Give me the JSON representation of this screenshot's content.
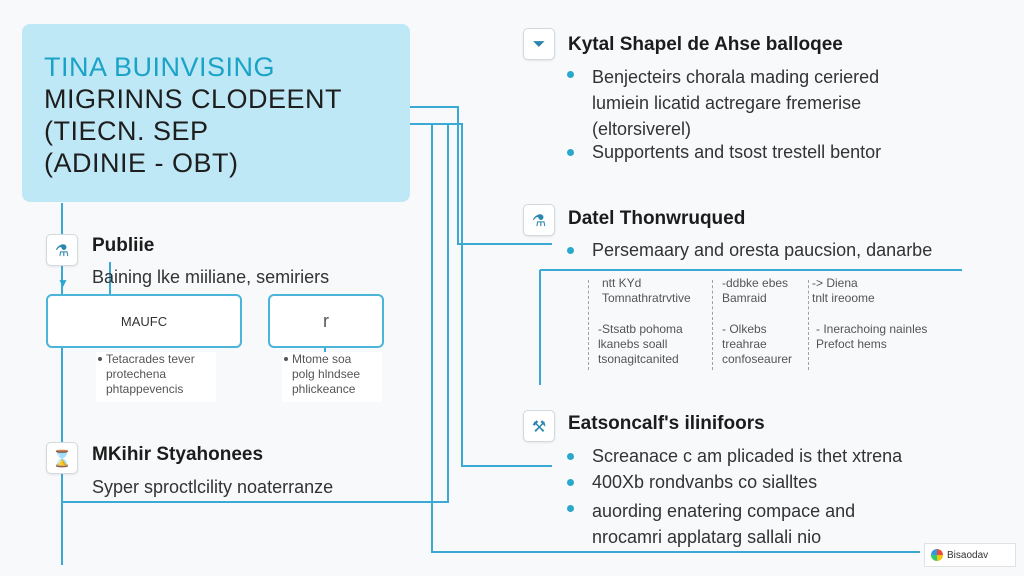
{
  "title_box": {
    "line1": "TINA BUINVISING",
    "line2": "MIGRINNS CLODEENT",
    "line3": "(TIECN. SEP",
    "line4": "(ADINIE - OBT)"
  },
  "left": {
    "section1": {
      "icon": "flask-icon",
      "heading": "Publiie",
      "subtitle": "Baining lke miiliane, semiriers",
      "box1_label": "MAUFC",
      "box2_label": "r",
      "note1": [
        "Tetacrades tever",
        "protechena",
        "phtappevencis"
      ],
      "note2": [
        "Mtome soa",
        "polg hlndsee",
        "phlickeance"
      ]
    },
    "section2": {
      "icon": "hourglass-icon",
      "heading": "MKihir Styahonees",
      "subtitle": "Syper sproctlcility noaterranze"
    }
  },
  "right": {
    "section1": {
      "icon": "filter-icon",
      "heading": "Kytal Shapel de Ahse balloqee",
      "bullets": [
        [
          "Benjecteirs chorala mading ceriered",
          "lumiein licatid actregare fremerise",
          "(eltorsiverel)"
        ],
        [
          "Supportents and tsost trestell bentor"
        ]
      ]
    },
    "section2": {
      "icon": "lab-icon",
      "heading": "Datel Thonwruqued",
      "bullet": "Persemaary and oresta paucsion, danarbe",
      "grid": [
        [
          "ntt KYd",
          "Tomnathratrvtive"
        ],
        [
          "-ddbke ebes",
          "Bamraid"
        ],
        [
          "-> Diena",
          "tnlt ireoome"
        ],
        [
          "-Stsatb pohoma",
          "lkanebs soall",
          "tsonagitcanited"
        ],
        [
          "- Olkebs",
          "treahrae",
          "confoseaurer"
        ],
        [
          "- Inerachoing nainles",
          "Prefoct hems"
        ]
      ]
    },
    "section3": {
      "icon": "tools-icon",
      "heading": "Eatsoncalf's ilinifoors",
      "bullets": [
        [
          "Screanace c am plicaded is thet xtrena"
        ],
        [
          "400Xb rondvanbs co sialltes"
        ],
        [
          "auording enatering compace and",
          "nrocamri applatarg sallali nio"
        ]
      ]
    }
  },
  "badge": {
    "text": "Bisaodav"
  },
  "colors": {
    "accent": "#2aa7cc",
    "connector": "#3aa9d3",
    "title_bg": "#bfe8f7"
  }
}
